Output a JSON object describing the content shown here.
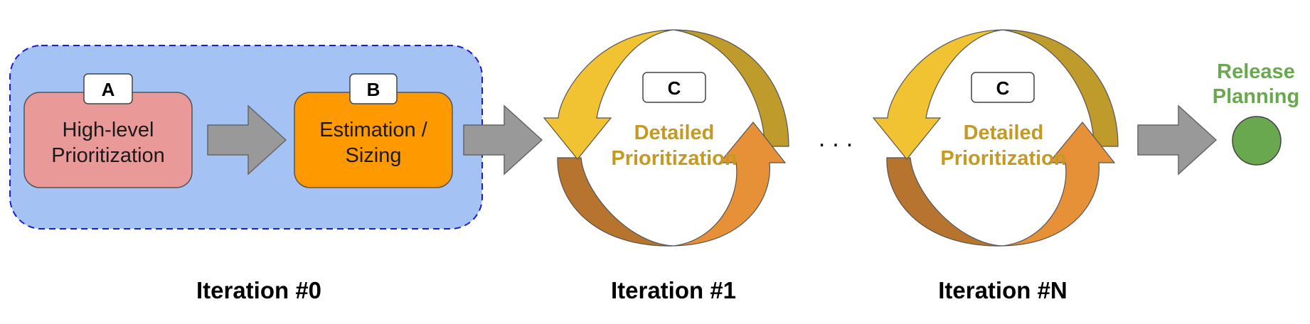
{
  "boxes": [
    {
      "tag": "A",
      "line1": "High-level",
      "line2": "Prioritization"
    },
    {
      "tag": "B",
      "line1": "Estimation /",
      "line2": "Sizing"
    }
  ],
  "cycles": [
    {
      "tag": "C",
      "line1": "Detailed",
      "line2": "Prioritization"
    },
    {
      "tag": "C",
      "line1": "Detailed",
      "line2": "Prioritization"
    }
  ],
  "ellipsis": "...",
  "release": {
    "line1": "Release",
    "line2": "Planning"
  },
  "iterations": [
    "Iteration #0",
    "Iteration #1",
    "Iteration #N"
  ],
  "colors": {
    "group_bg": "#a4c2f4",
    "group_border": "#1c1cd6",
    "box_a": "#ea9999",
    "box_b": "#ff9900",
    "arrow_gray": "#999999",
    "cycle_top_left": "#f1c232",
    "cycle_top_right": "#bf9b2c",
    "cycle_bottom_left": "#b7742e",
    "cycle_bottom_right": "#e69138",
    "cycle_text": "#c49a22",
    "release_text": "#6aa84f",
    "release_dot": "#6aa84f"
  }
}
